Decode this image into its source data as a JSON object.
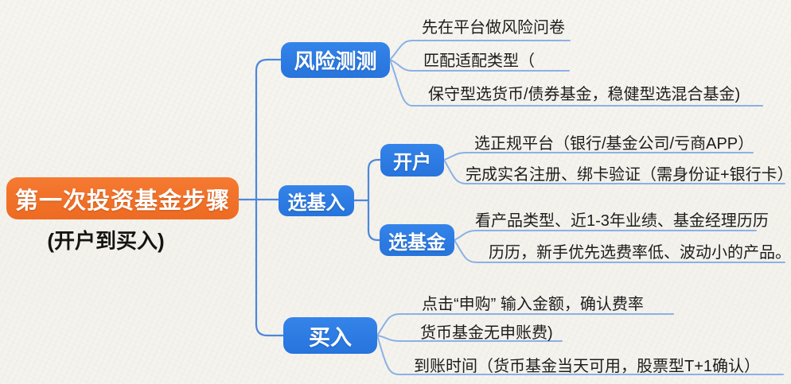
{
  "root": {
    "title": "第一次投资基金步骤",
    "subtitle": "(开户到买入)"
  },
  "colors": {
    "root_bg": "#f0702a",
    "branch_bg": "#2b7de2",
    "node_text": "#ffffff",
    "leaf_text": "#1d1d1d",
    "connector": "#4d87d9",
    "leaf_line": "#8ab1e6",
    "background": "#f5f3ee"
  },
  "branches": [
    {
      "label": "风险测测",
      "leaves": [
        "先在平台做风险问卷",
        "匹配适配类型（",
        "保守型选货币/债券基金，稳健型选混合基金)"
      ]
    },
    {
      "label": "选基入",
      "children": [
        {
          "label": "开户",
          "leaves": [
            "选正规平台（银行/基金公司/亏商APP）",
            "完成实名注册、绑卡验证（需身份证+银行卡）"
          ]
        },
        {
          "label": "选基金",
          "leaves": [
            "看产品类型、近1-3年业绩、基金经理历历",
            "历历，新手优先选费率低、波动小的产品。"
          ]
        }
      ]
    },
    {
      "label": "买入",
      "leaves": [
        "点击“申购” 输入金额，确认费率",
        "货币基金无申账费)",
        "到账时间（货币基金当天可用，股票型T+1确认）"
      ]
    }
  ]
}
